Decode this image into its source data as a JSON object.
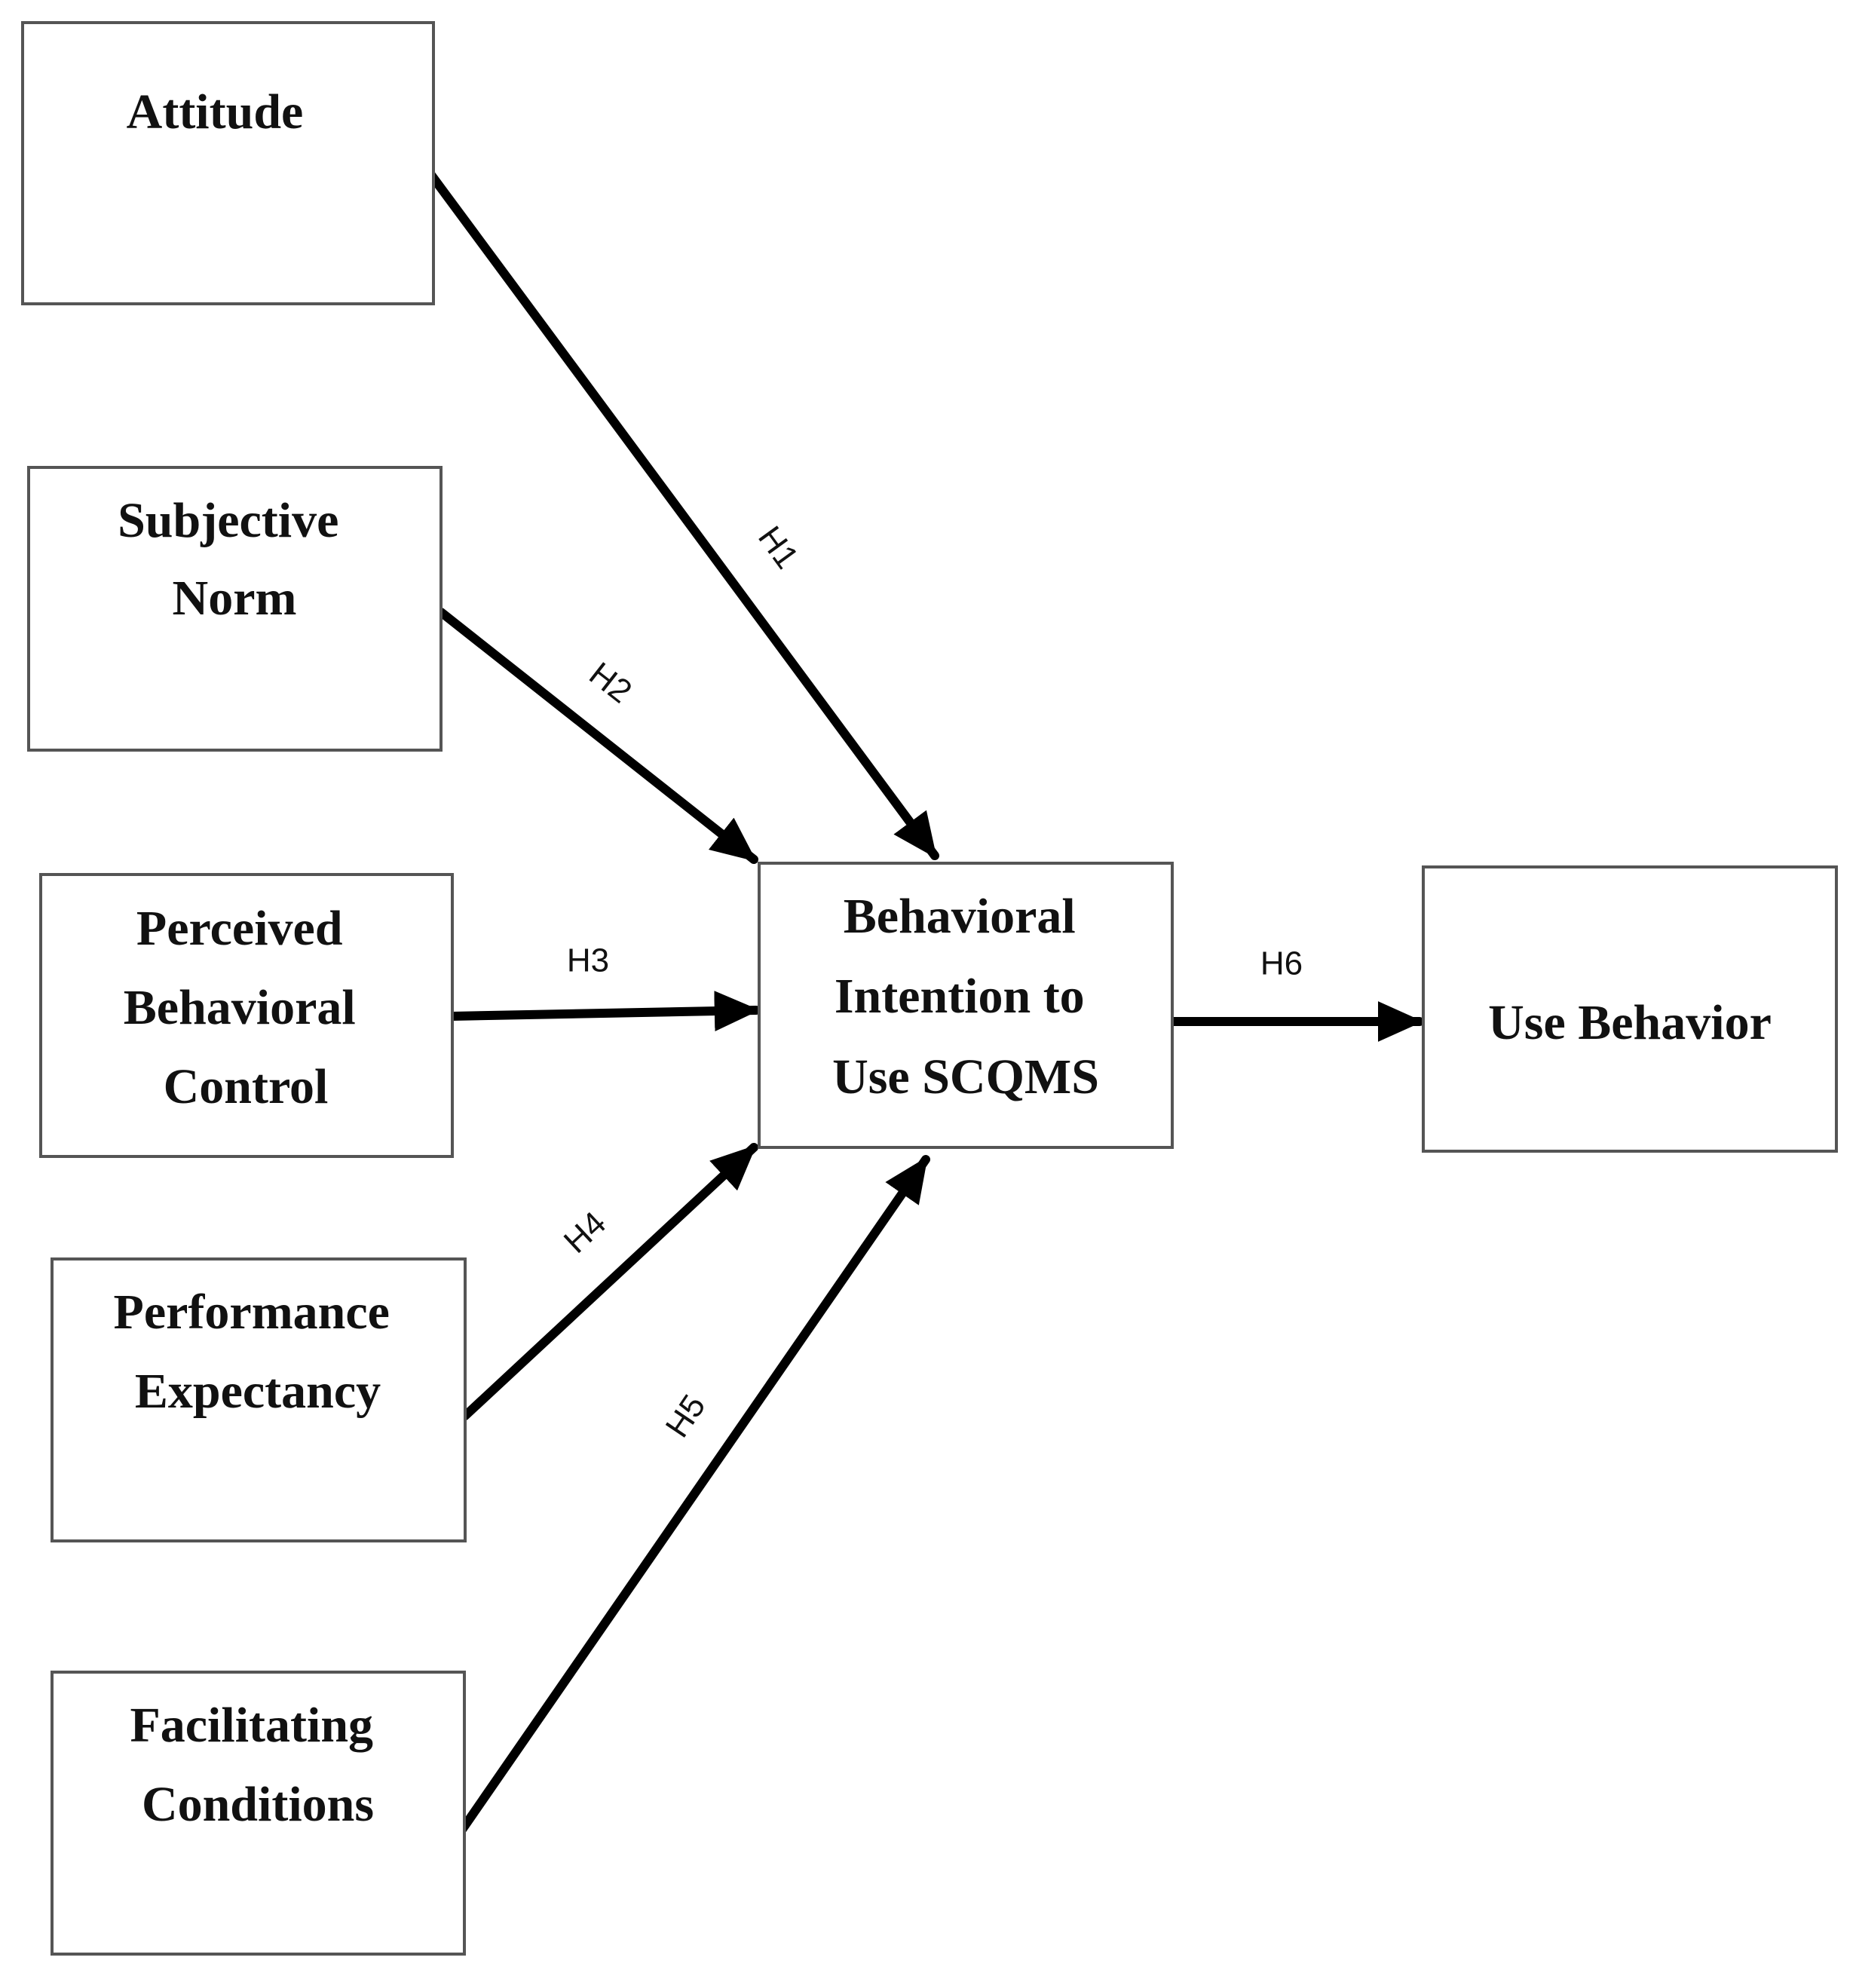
{
  "nodes": [
    {
      "id": "attitude",
      "lines": [
        "Attitude"
      ]
    },
    {
      "id": "subjective_norm",
      "lines": [
        "Subjective",
        "Norm"
      ]
    },
    {
      "id": "perceived_behavioral_control",
      "lines": [
        "Perceived",
        "Behavioral",
        "Control"
      ]
    },
    {
      "id": "performance_expectancy",
      "lines": [
        "Performance",
        "Expectancy"
      ]
    },
    {
      "id": "facilitating_conditions",
      "lines": [
        "Facilitating",
        "Conditions"
      ]
    },
    {
      "id": "behavioral_intention",
      "lines": [
        "Behavioral",
        "Intention to",
        "Use SCQMS"
      ]
    },
    {
      "id": "use_behavior",
      "lines": [
        "Use Behavior"
      ]
    }
  ],
  "edges": [
    {
      "from": "attitude",
      "to": "behavioral_intention",
      "label": "H1"
    },
    {
      "from": "subjective_norm",
      "to": "behavioral_intention",
      "label": "H2"
    },
    {
      "from": "perceived_behavioral_control",
      "to": "behavioral_intention",
      "label": "H3"
    },
    {
      "from": "performance_expectancy",
      "to": "behavioral_intention",
      "label": "H4"
    },
    {
      "from": "facilitating_conditions",
      "to": "behavioral_intention",
      "label": "H5"
    },
    {
      "from": "behavioral_intention",
      "to": "use_behavior",
      "label": "H6"
    }
  ]
}
